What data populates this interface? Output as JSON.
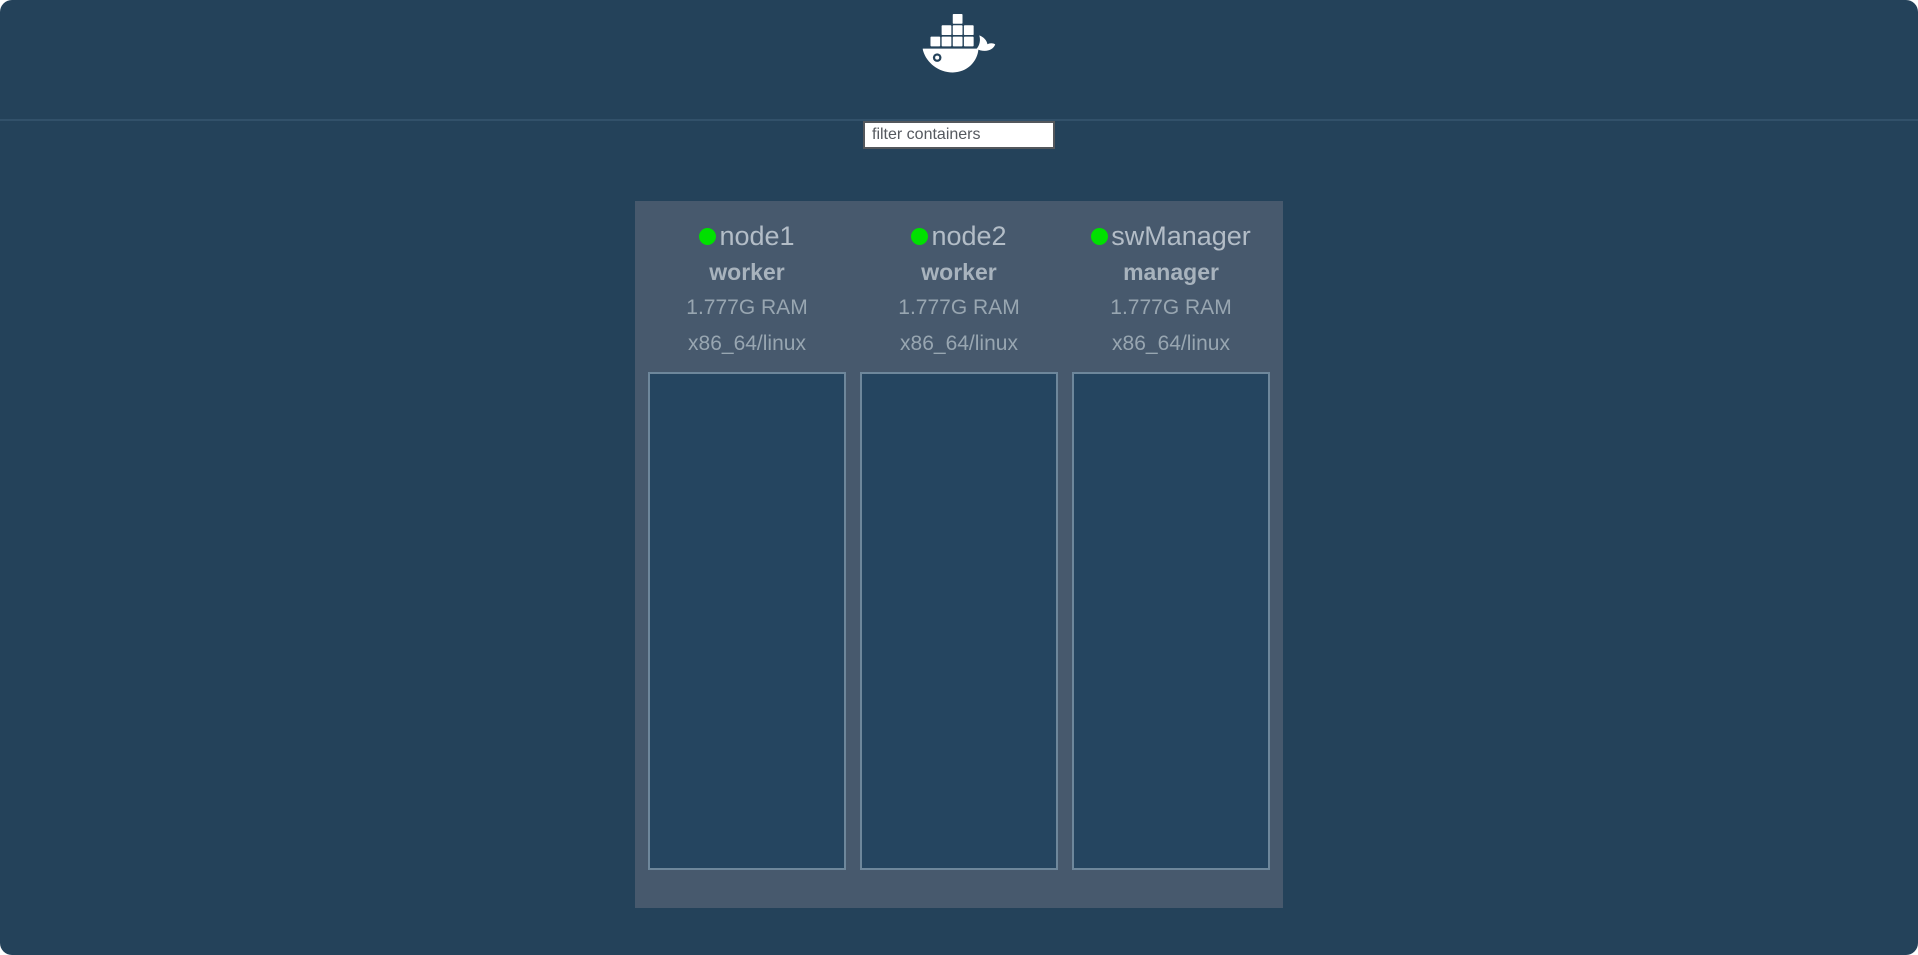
{
  "header": {
    "logo": "docker-whale-icon"
  },
  "filter": {
    "placeholder": "filter containers",
    "value": ""
  },
  "nodes": [
    {
      "name": "node1",
      "role": "worker",
      "ram": "1.777G RAM",
      "platform": "x86_64/linux",
      "status": "online",
      "containers": []
    },
    {
      "name": "node2",
      "role": "worker",
      "ram": "1.777G RAM",
      "platform": "x86_64/linux",
      "status": "online",
      "containers": []
    },
    {
      "name": "swManager",
      "role": "manager",
      "ram": "1.777G RAM",
      "platform": "x86_64/linux",
      "status": "online",
      "containers": []
    }
  ],
  "colors": {
    "background": "#24425a",
    "header_border": "#32516a",
    "panel": "#47596d",
    "container_box": "#254560",
    "container_box_border": "#6e879b",
    "status_online": "#00e000",
    "logo": "#ffffff"
  }
}
